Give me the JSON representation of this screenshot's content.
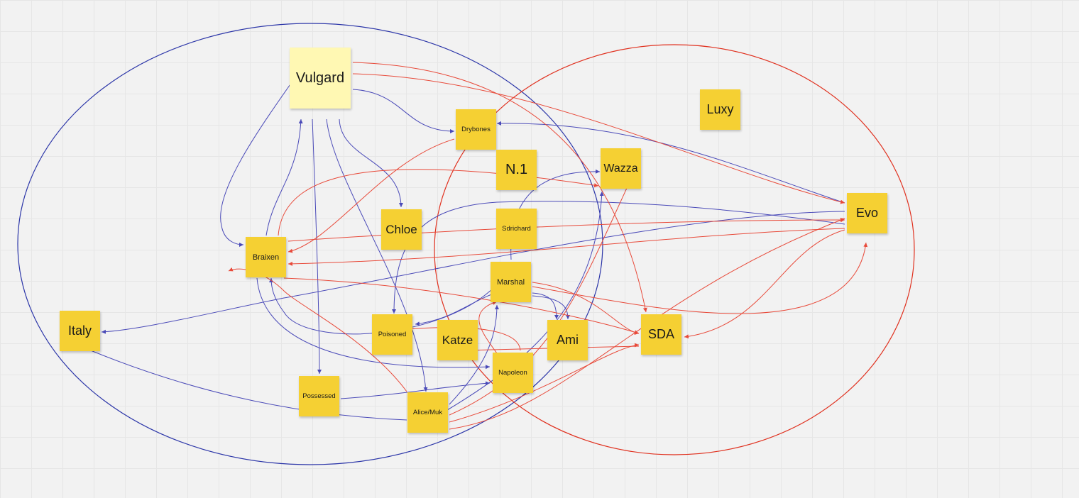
{
  "board": {
    "notes": {
      "vulgard": "Vulgard",
      "drybones": "Drybones",
      "luxy": "Luxy",
      "n1": "N.1",
      "wazza": "Wazza",
      "evo": "Evo",
      "chloe": "Chloe",
      "sdrichard": "Sdrichard",
      "braixen": "Braixen",
      "marshal": "Marshal",
      "italy": "Italy",
      "poisoned": "Poisoned",
      "katze": "Katze",
      "ami": "Ami",
      "sda": "SDA",
      "napoleon": "Napoleon",
      "possessed": "Possessed",
      "alice_muk": "Alice/Muk"
    },
    "colors": {
      "sticky_yellow": "#f5d033",
      "sticky_light": "#fff8b3",
      "blue_connector": "#4a4ab8",
      "red_connector": "#e84a3a",
      "group_blue_ellipse": "#2b35a8",
      "group_red_ellipse": "#e0301e"
    }
  }
}
